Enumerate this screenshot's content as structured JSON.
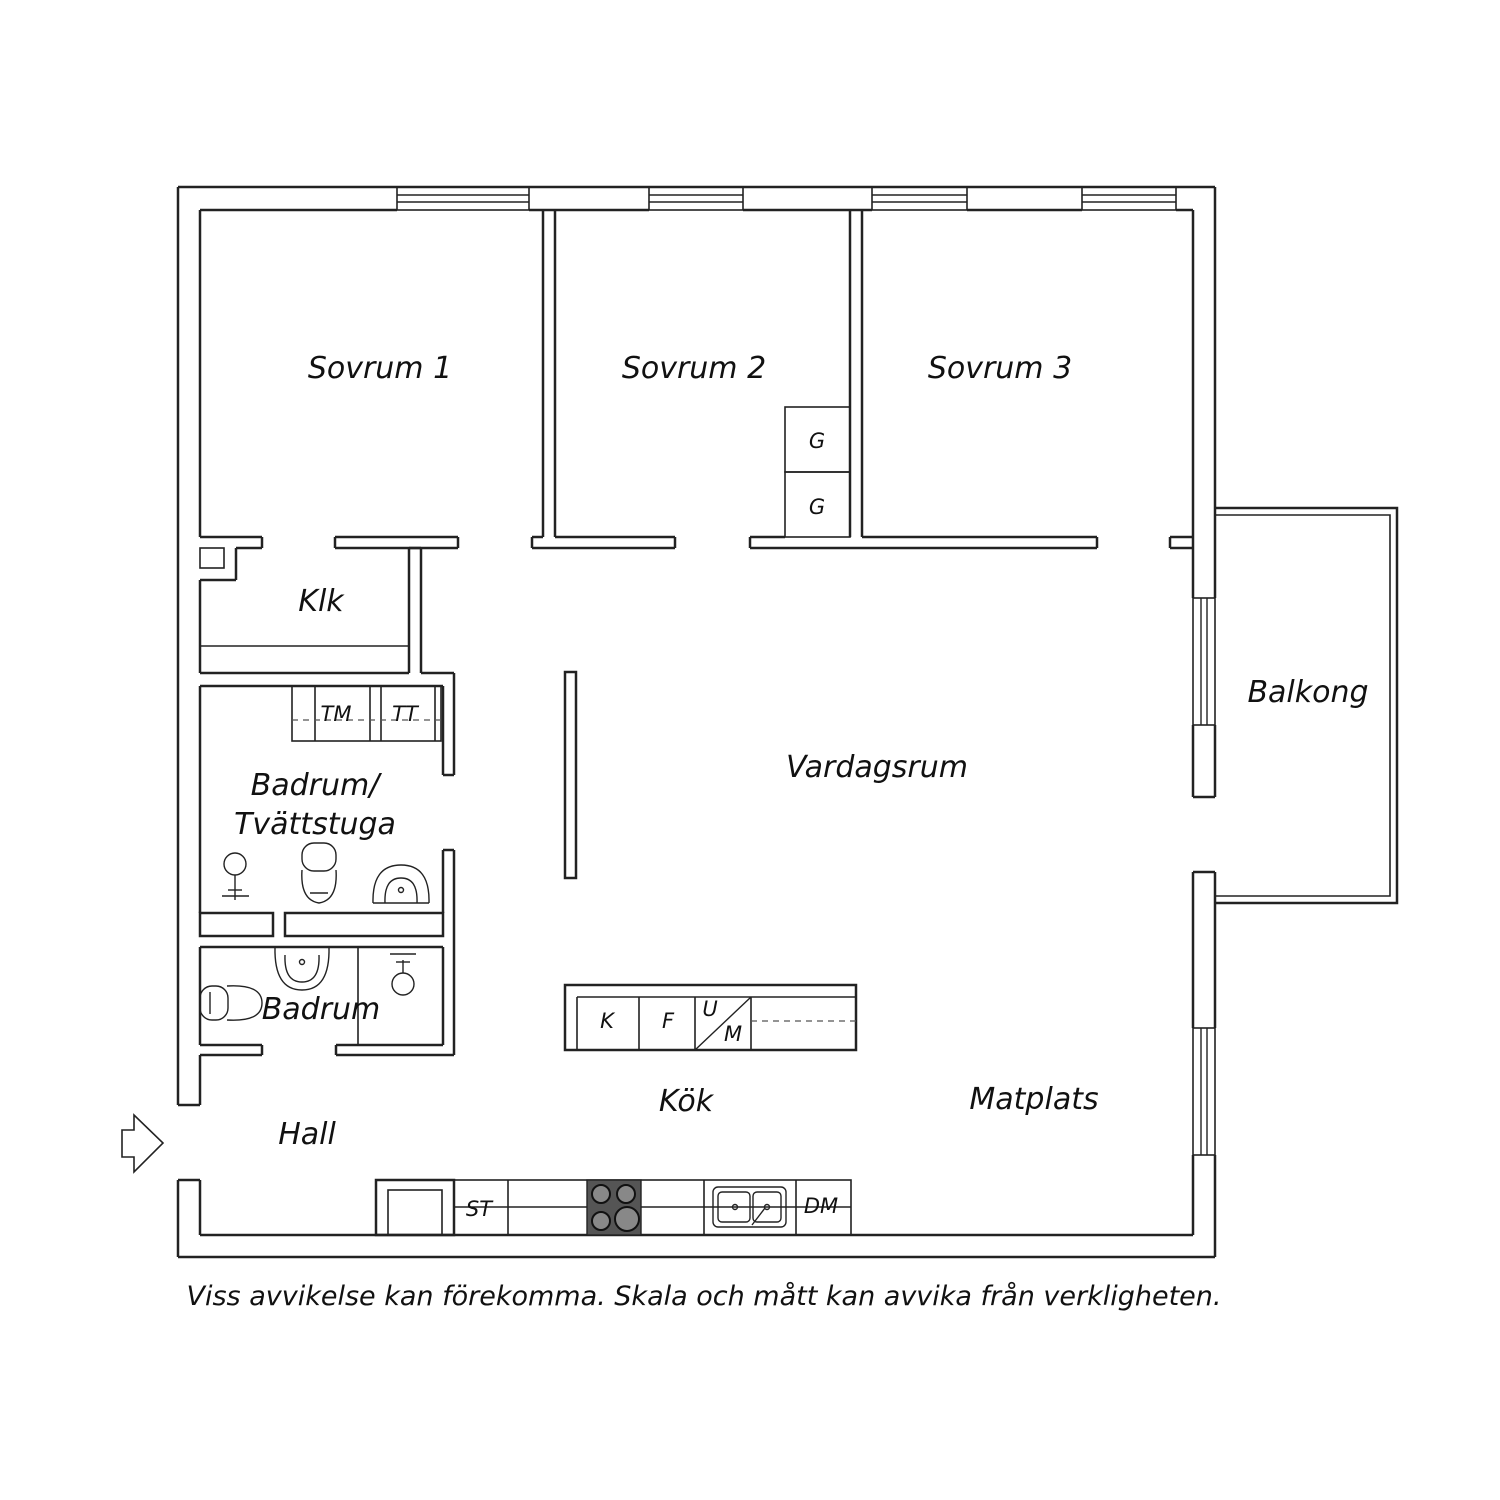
{
  "rooms": {
    "sovrum1": "Sovrum 1",
    "sovrum2": "Sovrum 2",
    "sovrum3": "Sovrum 3",
    "klk": "Klk",
    "badrum_tvatt_line1": "Badrum/",
    "badrum_tvatt_line2": "Tvättstuga",
    "badrum": "Badrum",
    "vardagsrum": "Vardagsrum",
    "balkong": "Balkong",
    "kok": "Kök",
    "matplats": "Matplats",
    "hall": "Hall"
  },
  "fixtures": {
    "garderob_upper": "G",
    "garderob_lower": "G",
    "tvattmaskin": "TM",
    "torktumlare": "TT",
    "kyl": "K",
    "frys": "F",
    "ugn": "U",
    "mikro": "M",
    "stadskap": "ST",
    "diskmaskin": "DM"
  },
  "disclaimer": "Viss avvikelse kan förekomma. Skala och mått kan avvika från verkligheten."
}
